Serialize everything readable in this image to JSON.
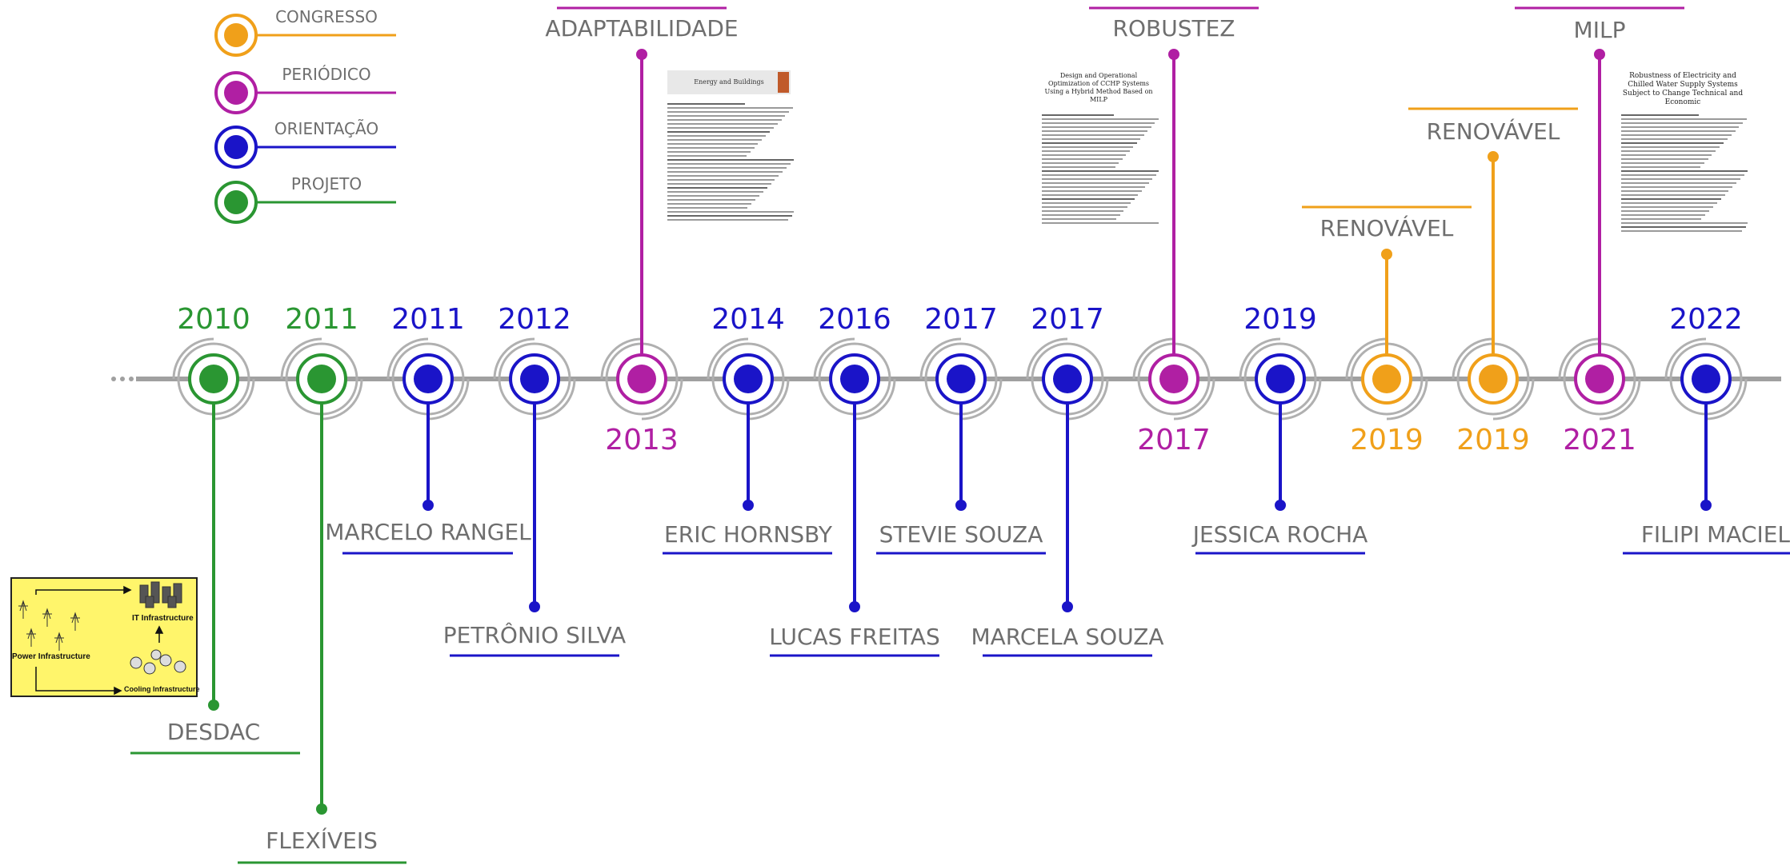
{
  "colors": {
    "congresso": "#f0a01a",
    "periodico": "#b01fa3",
    "orientacao": "#1a14c8",
    "projeto": "#2a9632",
    "axis": "#a0a0a0",
    "ring": "#b0b0b0",
    "label": "#6e6e6e"
  },
  "legend": [
    {
      "type": "congresso",
      "label": "CONGRESSO"
    },
    {
      "type": "periodico",
      "label": "PERIÓDICO"
    },
    {
      "type": "orientacao",
      "label": "ORIENTAÇÃO"
    },
    {
      "type": "projeto",
      "label": "PROJETO"
    }
  ],
  "events": [
    {
      "year": "2010",
      "type": "projeto",
      "label": "DESDAC"
    },
    {
      "year": "2011",
      "type": "projeto",
      "label": "FLEXÍVEIS"
    },
    {
      "year": "2011",
      "type": "orientacao",
      "label": "MARCELO RANGEL"
    },
    {
      "year": "2012",
      "type": "orientacao",
      "label": "PETRÔNIO SILVA"
    },
    {
      "year": "2013",
      "type": "periodico",
      "label": "ADAPTABILIDADE"
    },
    {
      "year": "2014",
      "type": "orientacao",
      "label": "ERIC HORNSBY"
    },
    {
      "year": "2016",
      "type": "orientacao",
      "label": "LUCAS FREITAS"
    },
    {
      "year": "2017",
      "type": "orientacao",
      "label": "STEVIE SOUZA"
    },
    {
      "year": "2017",
      "type": "orientacao",
      "label": "MARCELA SOUZA"
    },
    {
      "year": "2017",
      "type": "periodico",
      "label": "ROBUSTEZ"
    },
    {
      "year": "2019",
      "type": "orientacao",
      "label": "JESSICA ROCHA"
    },
    {
      "year": "2019",
      "type": "congresso",
      "label": "RENOVÁVEL"
    },
    {
      "year": "2019",
      "type": "congresso",
      "label": "RENOVÁVEL"
    },
    {
      "year": "2021",
      "type": "periodico",
      "label": "MILP"
    },
    {
      "year": "2022",
      "type": "orientacao",
      "label": "FILIPI MACIEL"
    }
  ],
  "thumbnails": {
    "paper1_header": "Energy and Buildings",
    "paper2_title": "Design and Operational Optimization of CCHP Systems Using a Hybrid Method Based on MILP",
    "paper3_title": "Robustness of Electricity and Chilled Water Supply Systems Subject to Change Technical and Economic"
  },
  "project_image": {
    "it_label": "IT Infrastructure",
    "power_label": "Power Infrastructure",
    "cooling_label": "Cooling Infrastructure"
  }
}
